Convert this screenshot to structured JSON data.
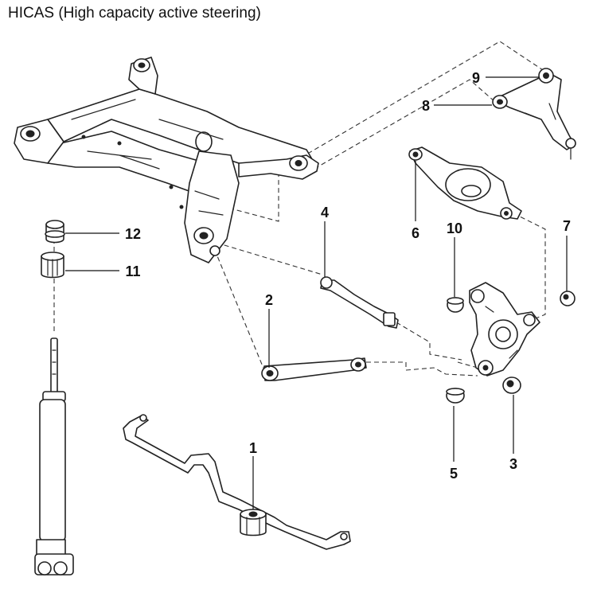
{
  "title": "HICAS (High capacity active steering)",
  "callouts": [
    {
      "id": "1",
      "label": "1"
    },
    {
      "id": "2",
      "label": "2"
    },
    {
      "id": "3",
      "label": "3"
    },
    {
      "id": "4",
      "label": "4"
    },
    {
      "id": "5",
      "label": "5"
    },
    {
      "id": "6",
      "label": "6"
    },
    {
      "id": "7",
      "label": "7"
    },
    {
      "id": "8",
      "label": "8"
    },
    {
      "id": "9",
      "label": "9"
    },
    {
      "id": "10",
      "label": "10"
    },
    {
      "id": "11",
      "label": "11"
    },
    {
      "id": "12",
      "label": "12"
    }
  ]
}
